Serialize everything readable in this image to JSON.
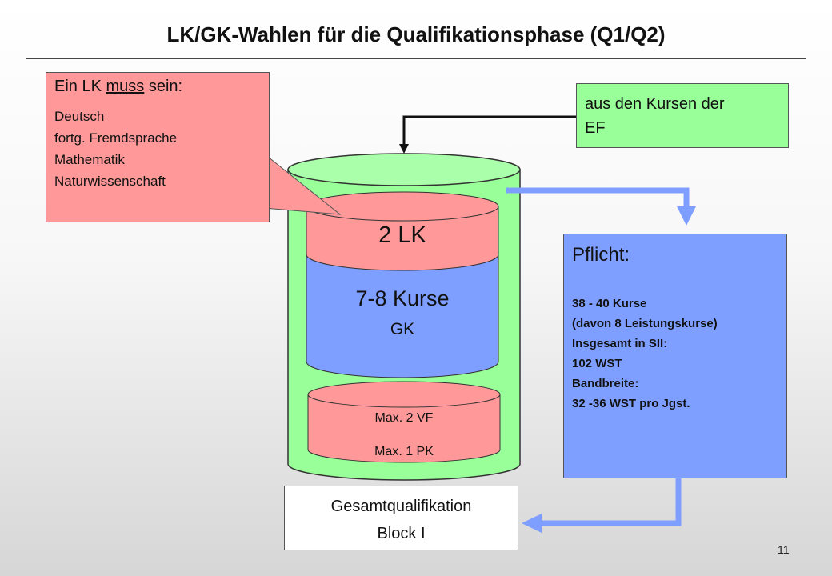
{
  "title": "LK/GK-Wahlen für die Qualifikationsphase (Q1/Q2)",
  "lk_callout": {
    "heading_prefix": "Ein LK ",
    "heading_underlined": "muss",
    "heading_suffix": " sein:",
    "items": [
      "Deutsch",
      "fortg. Fremdsprache",
      "Mathematik",
      "Naturwissenschaft"
    ]
  },
  "ef_box": {
    "lines": [
      "aus den Kursen der",
      "EF"
    ]
  },
  "cylinder": {
    "lk_label": "2 LK",
    "gk_label": "7-8 Kurse",
    "gk_sub": "GK",
    "vf_label": "Max. 2 VF",
    "pk_label": "Max. 1 PK"
  },
  "pflicht": {
    "heading": "Pflicht:",
    "lines": [
      "38 - 40 Kurse",
      "(davon 8 Leistungskurse)",
      "Insgesamt in SII:",
      "102 WST",
      "Bandbreite:",
      "32 -36 WST pro Jgst."
    ]
  },
  "gesamt": {
    "lines": [
      "Gesamtqualifikation",
      "Block I"
    ]
  },
  "page_number": "11",
  "colors": {
    "lk_red": "#ff9999",
    "green": "#99ff99",
    "gk_blue": "#7e9fff",
    "arrow_blue": "#7e9fff"
  }
}
